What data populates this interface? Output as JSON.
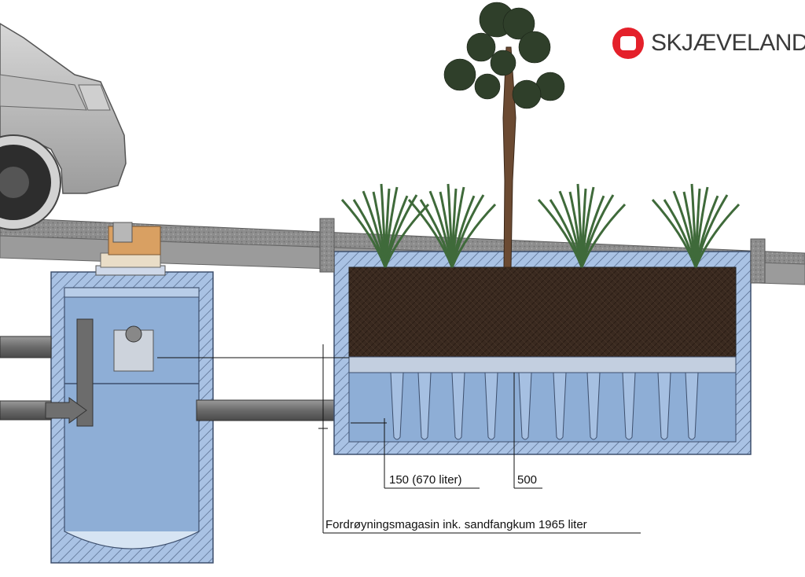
{
  "brand": {
    "name": "SKJÆVELAND",
    "color": "#e4202a"
  },
  "labels": {
    "volume_150": "150 (670 liter)",
    "depth_500": "500",
    "total_capacity": "Fordrøyningsmagasin ink. sandfangkum 1965 liter"
  },
  "colors": {
    "water": "#8eaed6",
    "concrete_wall": "#a9c2e4",
    "soil": "#3a2a20",
    "road": "#8d8d8d",
    "pipe": "#777777",
    "plant": "#3f6a3a"
  }
}
